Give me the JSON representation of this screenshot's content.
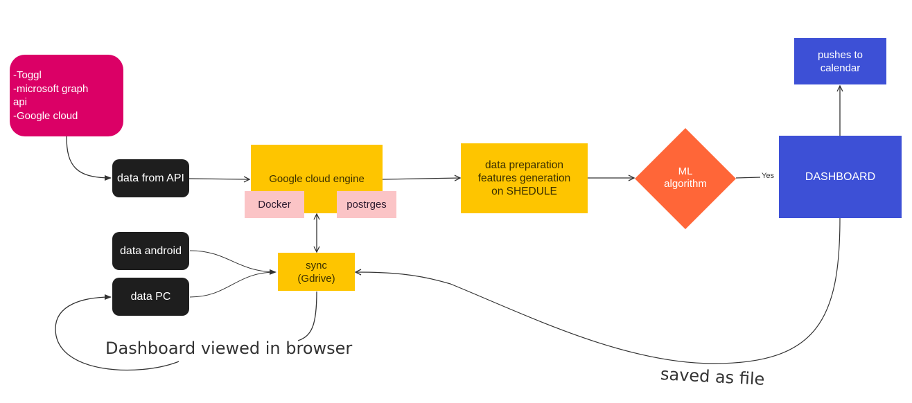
{
  "diagram": {
    "nodes": {
      "sources": {
        "text": "-Toggl\n-microsoft graph\napi\n-Google cloud",
        "color": "#db0066"
      },
      "data_from_api": {
        "text": "data from API",
        "color": "#1e1e1e"
      },
      "google_cloud_engine": {
        "text": "Google cloud engine",
        "color": "#fec500"
      },
      "docker": {
        "text": "Docker",
        "color": "#fbc4c6"
      },
      "postgres": {
        "text": "postrges",
        "color": "#fbc4c6"
      },
      "data_preparation": {
        "text": "data preparation\nfeatures generation\non SHEDULE",
        "color": "#fec500"
      },
      "ml_algorithm": {
        "text": "ML\nalgorithm",
        "color": "#ff6638"
      },
      "dashboard": {
        "text": "DASHBOARD",
        "color": "#3d50d6"
      },
      "pushes_to_calendar": {
        "text": "pushes to\ncalendar",
        "color": "#3d50d6"
      },
      "data_android": {
        "text": "data android",
        "color": "#1e1e1e"
      },
      "data_pc": {
        "text": "data PC",
        "color": "#1e1e1e"
      },
      "sync": {
        "text": "sync\n(Gdrive)",
        "color": "#fec500"
      }
    },
    "edge_labels": {
      "yes": "Yes",
      "dashboard_viewed": "Dashboard viewed in browser",
      "saved_as_file": "saved as file"
    },
    "edges": [
      {
        "from": "sources",
        "to": "data_from_api"
      },
      {
        "from": "data_from_api",
        "to": "google_cloud_engine"
      },
      {
        "from": "google_cloud_engine",
        "to": "data_preparation"
      },
      {
        "from": "data_preparation",
        "to": "ml_algorithm"
      },
      {
        "from": "ml_algorithm",
        "to": "dashboard",
        "label": "Yes"
      },
      {
        "from": "dashboard",
        "to": "pushes_to_calendar"
      },
      {
        "from": "google_cloud_engine",
        "to": "sync",
        "bidirectional": true
      },
      {
        "from": "data_android",
        "to": "sync"
      },
      {
        "from": "data_pc",
        "to": "sync"
      },
      {
        "from": "dashboard",
        "to": "sync",
        "label": "saved as file"
      },
      {
        "from": "sync",
        "to": "data_pc",
        "label": "Dashboard viewed in browser"
      }
    ]
  }
}
